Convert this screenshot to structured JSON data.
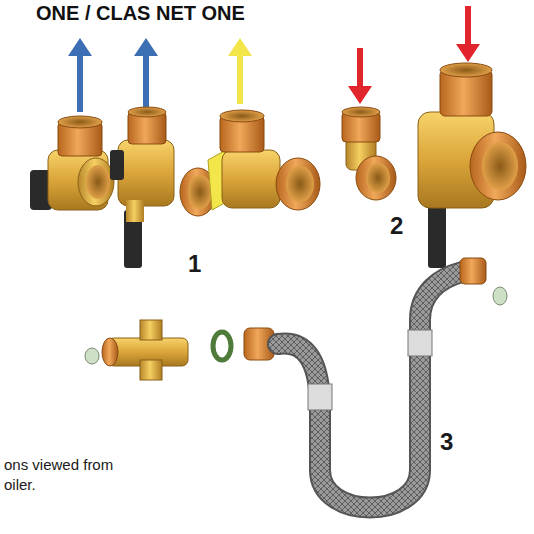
{
  "diagram": {
    "title": "ONE / CLAS NET ONE",
    "labels": [
      "1",
      "2",
      "3",
      "ons viewed from",
      "oiler."
    ]
  }
}
